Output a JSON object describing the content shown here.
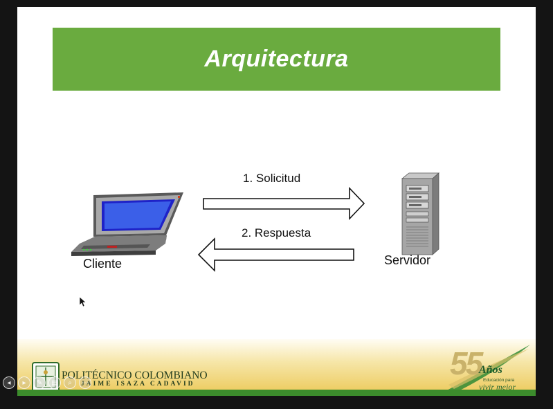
{
  "slide": {
    "title": "Arquitectura",
    "diagram": {
      "client_label": "Cliente",
      "server_label": "Servidor",
      "request_label": "1. Solicitud",
      "response_label": "2. Respuesta"
    },
    "footer": {
      "institution_name": "POLITÉCNICO COLOMBIANO",
      "institution_subtitle": "JAIME ISAZA CADAVID",
      "anniversary_number": "55",
      "anniversary_word": "Años",
      "anniversary_tagline_small": "Educación para",
      "anniversary_tagline": "vivir mejor"
    }
  },
  "player_controls": {
    "items": [
      {
        "name": "prev-icon",
        "glyph": "◂"
      },
      {
        "name": "play-icon",
        "glyph": "▸"
      },
      {
        "name": "pen-icon",
        "glyph": "✎"
      },
      {
        "name": "slides-icon",
        "glyph": "▤"
      },
      {
        "name": "zoom-icon",
        "glyph": "⌕"
      },
      {
        "name": "more-icon",
        "glyph": "⋯"
      }
    ]
  },
  "colors": {
    "title_bar": "#6aab3f",
    "footer_gold": "#ecc856",
    "footer_green": "#3c8c2c"
  }
}
